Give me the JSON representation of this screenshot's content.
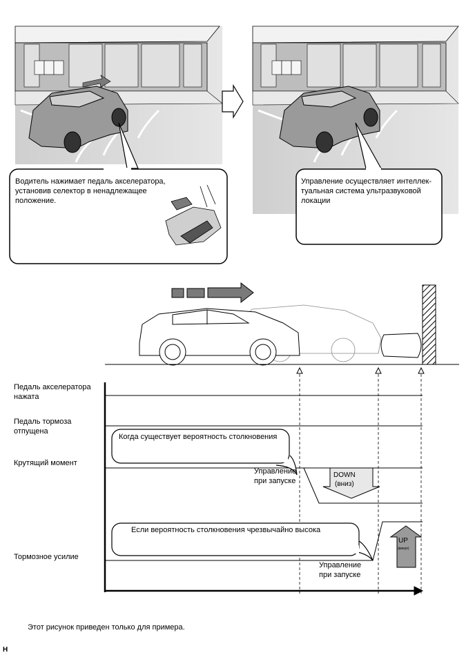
{
  "callouts": {
    "left_text": [
      "Водитель нажимает педаль акселератора,",
      "установив селектор в ненадлежащее",
      "положение."
    ],
    "right_text": [
      "Управление осуществляет интеллек-",
      "туальная система ультразвуковой",
      "локации"
    ]
  },
  "timing": {
    "row_labels": {
      "accel": [
        "Педаль акселератора",
        "нажата"
      ],
      "brake_pedal": [
        "Педаль тормоза",
        "отпущена"
      ],
      "torque": [
        "Крутящий момент"
      ],
      "brake_force": [
        "Тормозное усилие"
      ]
    },
    "bubble_collision": "Когда существует вероятность столкновения",
    "bubble_high": "Если вероятность столкновения чрезвычайно высока",
    "launch_control_1": [
      "Управление",
      "при запуске"
    ],
    "launch_control_2": [
      "Управление",
      "при запуске"
    ],
    "down_label": [
      "DOWN",
      "(вниз)"
    ],
    "up_label": [
      "UP",
      "(вверх)"
    ]
  },
  "footer": {
    "note": "Этот рисунок приведен только для примера.",
    "code": "H"
  },
  "colors": {
    "line": "#000000",
    "scene_bg": "#d9d9d9",
    "arrow_fill": "#7a7a7a",
    "down_fill": "#e8e8e8",
    "up_fill": "#9a9a9a"
  }
}
